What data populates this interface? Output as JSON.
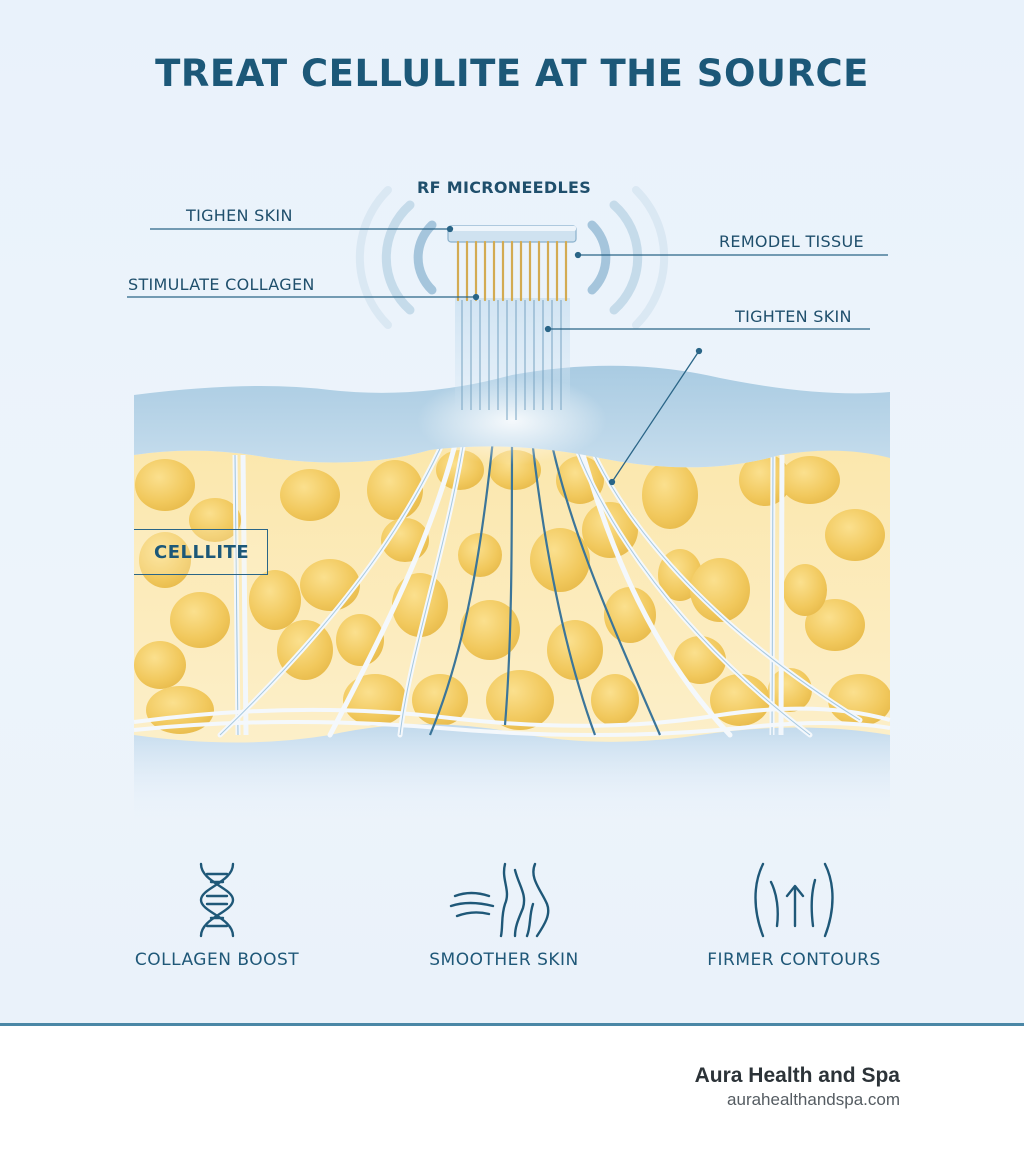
{
  "title": "TREAT CELLULITE AT THE SOURCE",
  "callouts": {
    "rf_microneedles": "RF MICRONEEDLES",
    "tighen_skin": "TIGHEN SKIN",
    "stimulate_collagen": "STIMULATE COLLAGEN",
    "remodel_tissue": "REMODEL TISSUE",
    "tighten_skin": "TIGHTEN SKIN",
    "cellulite": "CELLLITE"
  },
  "benefits": [
    {
      "label": "COLLAGEN BOOST",
      "icon": "dna-icon"
    },
    {
      "label": "SMOOTHER SKIN",
      "icon": "legs-icon"
    },
    {
      "label": "FIRMER CONTOURS",
      "icon": "contour-arrow-icon"
    }
  ],
  "brand": {
    "name": "Aura Health and Spa",
    "url": "aurahealthandspa.com"
  },
  "colors": {
    "title": "#1c5878",
    "skin": "#b7d3e8",
    "fat": "#f2cf6e",
    "fat_bg": "#fbe9b4",
    "needle": "#d6b15c",
    "accent_line": "#2a6587"
  }
}
